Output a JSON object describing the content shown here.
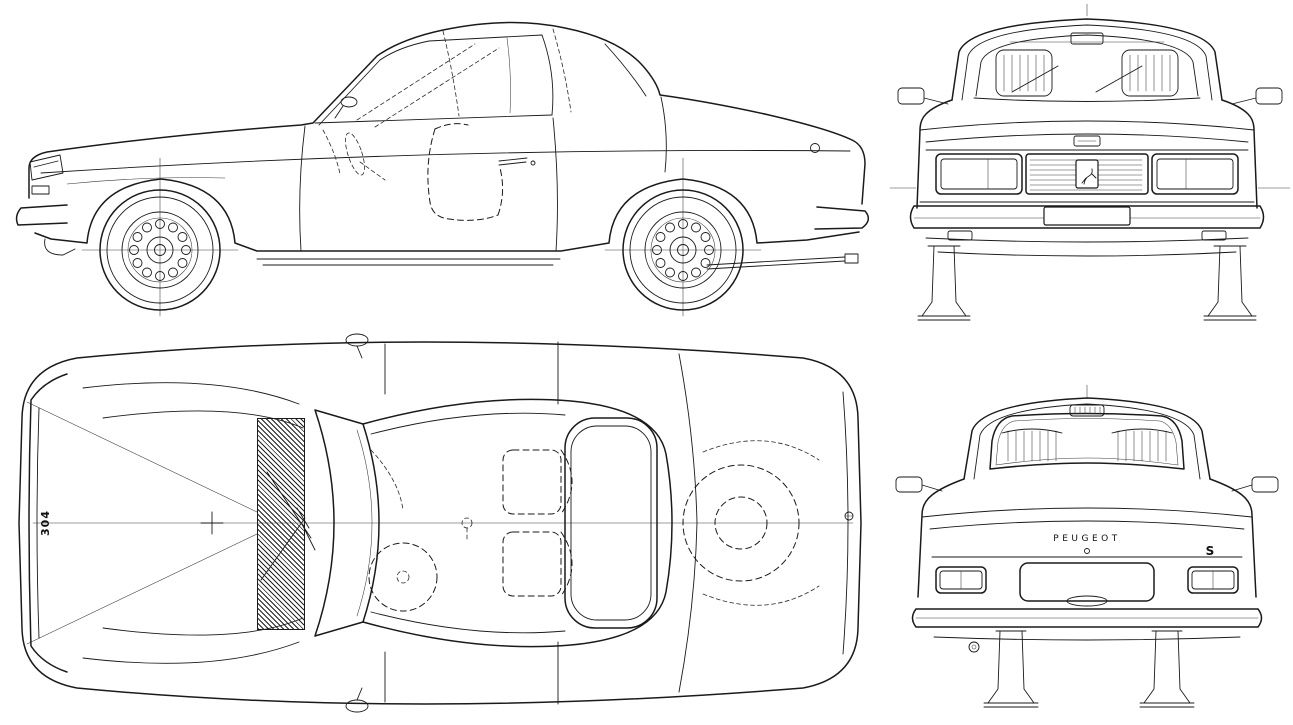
{
  "artwork": {
    "background_color": "#ffffff",
    "line_color": "#1a1a1a"
  },
  "labels": {
    "rear_make": "PEUGEOT",
    "rear_trim": "S",
    "hood_model": "304"
  },
  "icons": {
    "grille_emblem": "peugeot-lion-emblem",
    "hood_badge": "model-badge"
  }
}
